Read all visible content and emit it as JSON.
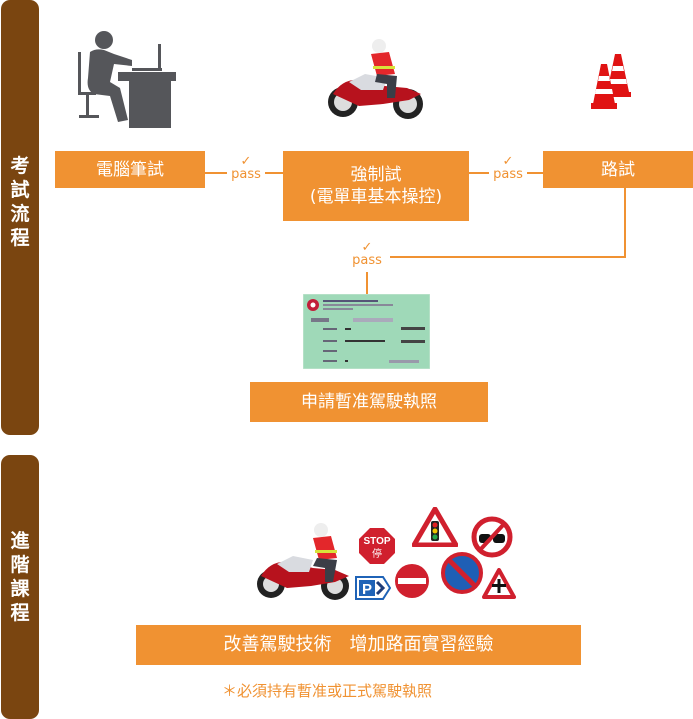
{
  "sections": {
    "exam_flow": {
      "label": "考試流程",
      "chars": [
        "考",
        "試",
        "流",
        "程"
      ]
    },
    "advanced_course": {
      "label": "進階課程",
      "chars": [
        "進",
        "階",
        "課",
        "程"
      ]
    }
  },
  "steps": {
    "computer_test": "電腦筆試",
    "mandatory_test_line1": "強制試",
    "mandatory_test_line2": "(電單車基本操控)",
    "road_test": "路試",
    "apply_license": "申請暫准駕駛執照"
  },
  "pass_label": "pass",
  "pass_tick": "✓",
  "advanced": {
    "banner": "改善駕駛技術　增加路面實習經驗",
    "note": "＊必須持有暫准或正式駕駛執照"
  },
  "images": {
    "computer_icon": "person-at-computer-icon",
    "motorcycle": "motorcycle-rider-image",
    "cones": "traffic-cones-icon",
    "license_card": "driving-license-card-image",
    "road_signs": [
      "stop-sign",
      "traffic-light-warning-sign",
      "no-overtaking-sign",
      "parking-sign",
      "no-entry-sign",
      "no-parking-sign",
      "crossroads-warning-sign"
    ],
    "stop_sign_text": "STOP",
    "stop_sign_text_zh": "停",
    "parking_text": "P"
  },
  "colors": {
    "accent": "#f09232",
    "side_panel": "#7a4510",
    "icon_gray": "#55565a"
  }
}
